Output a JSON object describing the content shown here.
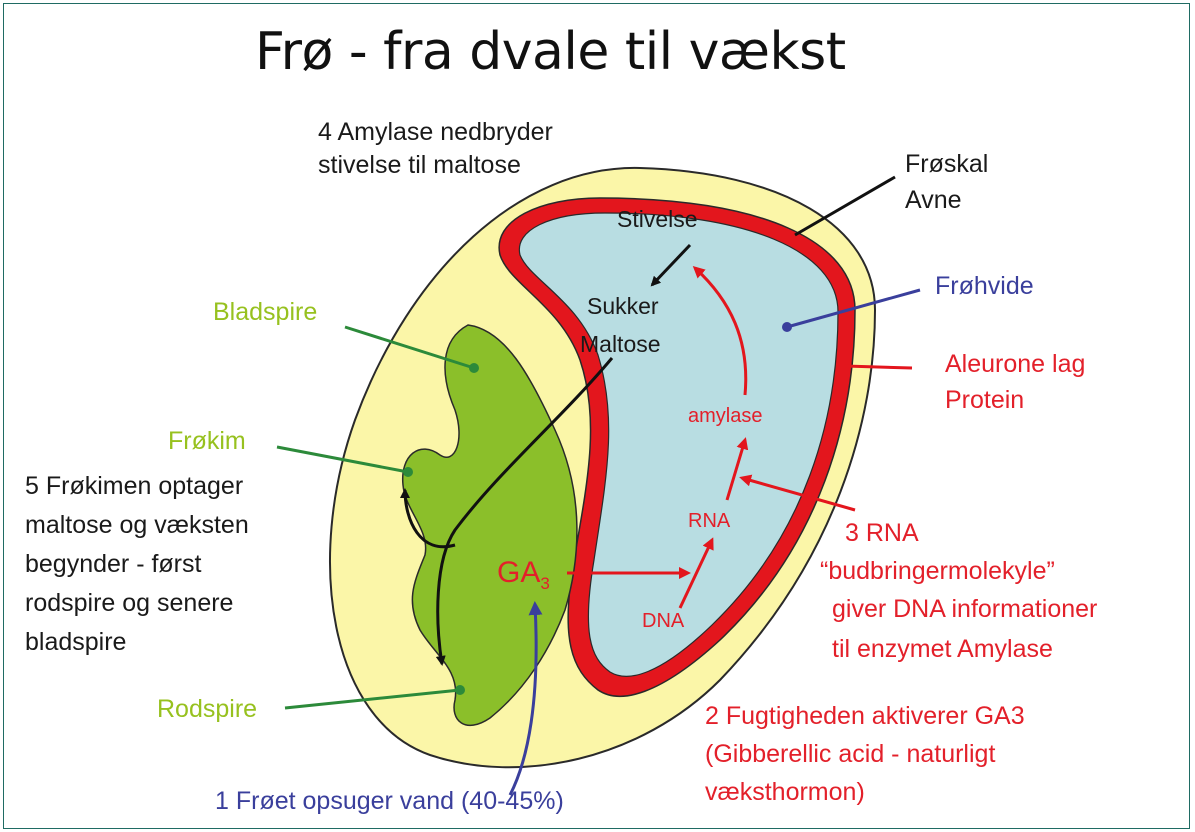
{
  "title": "Frø - fra dvale til vækst",
  "labels": {
    "step4_line1": "4 Amylase nedbryder",
    "step4_line2": "stivelse til maltose",
    "froskal": "Frøskal",
    "avne": "Avne",
    "stivelse": "Stivelse",
    "sukker": "Sukker",
    "maltose": "Maltose",
    "frohvide": "Frøhvide",
    "bladspire": "Bladspire",
    "aleurone_line1": "Aleurone lag",
    "aleurone_line2": "Protein",
    "amylase": "amylase",
    "frokim": "Frøkim",
    "step5_line1": "5 Frøkimen optager",
    "step5_line2": "maltose og væksten",
    "step5_line3": "begynder - først",
    "step5_line4": "rodspire og senere",
    "step5_line5": "bladspire",
    "rna": "RNA",
    "step3_line1": "3 RNA",
    "step3_line2": "“budbringermolekyle”",
    "step3_line3": "giver DNA informationer",
    "step3_line4": "til enzymet Amylase",
    "ga3_base": "GA",
    "ga3_sub": "3",
    "dna": "DNA",
    "rodspire": "Rodspire",
    "step2_line1": "2 Fugtigheden aktiverer GA3",
    "step2_line2": "(Gibberellic acid - naturligt",
    "step2_line3": "væksthormon)",
    "step1": "1 Frøet opsuger vand (40-45%)"
  },
  "colors": {
    "seed_coat": "#fbf6a8",
    "endosperm": "#b8dde2",
    "aleurone": "#e3161d",
    "embryo": "#8bbf2a",
    "label_green": "#97c11f",
    "leader_green": "#2c8a3a",
    "label_red": "#e3202a",
    "label_blue": "#3a3f9c",
    "frame": "#1f6b63"
  }
}
